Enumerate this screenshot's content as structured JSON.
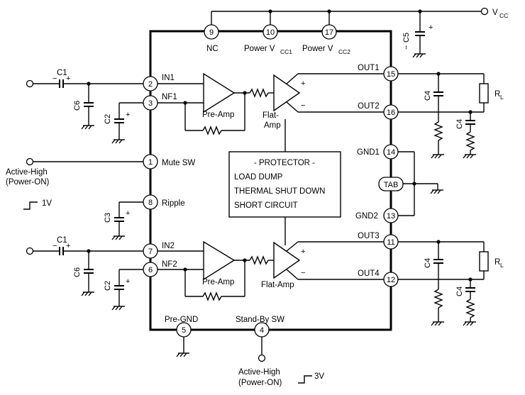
{
  "pins": {
    "p1": "1",
    "p2": "2",
    "p3": "3",
    "p4": "4",
    "p5": "5",
    "p6": "6",
    "p7": "7",
    "p8": "8",
    "p9": "9",
    "p10": "10",
    "p11": "11",
    "p12": "12",
    "p13": "13",
    "p14": "14",
    "p15": "15",
    "p16": "16",
    "p17": "17",
    "tab": "TAB"
  },
  "labels": {
    "vcc": "V",
    "vcc_sub": "CC",
    "nc": "NC",
    "power_vcc1": "Power V",
    "power_vcc1_sub": "CC1",
    "power_vcc2": "Power V",
    "power_vcc2_sub": "CC2",
    "c5": "C5",
    "c1_top": "C1",
    "c1_bot": "C1",
    "in1": "IN1",
    "nf1": "NF1",
    "in2": "IN2",
    "nf2": "NF2",
    "c6_top": "C6",
    "c6_bot": "C6",
    "c2_top": "C2",
    "c2_bot": "C2",
    "c3": "C3",
    "pre_amp_top": "Pre-Amp",
    "pre_amp_bot": "Pre-Amp",
    "flat_amp_top_1": "Flat-",
    "flat_amp_top_2": "Amp",
    "flat_amp_bot": "Flat-Amp",
    "mute_sw": "Mute SW",
    "ripple": "Ripple",
    "active_high_left_1": "Active-High",
    "active_high_left_2": "(Power-ON)",
    "one_v": "1V",
    "protector_title": "- PROTECTOR -",
    "protector_line1": "LOAD DUMP",
    "protector_line2": "THERMAL SHUT DOWN",
    "protector_line3": "SHORT CIRCUIT",
    "out1": "OUT1",
    "out2": "OUT2",
    "out3": "OUT3",
    "out4": "OUT4",
    "gnd1": "GND1",
    "gnd2": "GND2",
    "c4_a": "C4",
    "c4_b": "C4",
    "c4_c": "C4",
    "c4_d": "C4",
    "rl_top": "R",
    "rl_top_sub": "L",
    "rl_bot": "R",
    "rl_bot_sub": "L",
    "pre_gnd": "Pre-GND",
    "stand_by_sw": "Stand-By SW",
    "active_high_bottom_1": "Active-High",
    "active_high_bottom_2": "(Power-ON)",
    "three_v": "3V",
    "plus": "+",
    "minus": "−"
  }
}
